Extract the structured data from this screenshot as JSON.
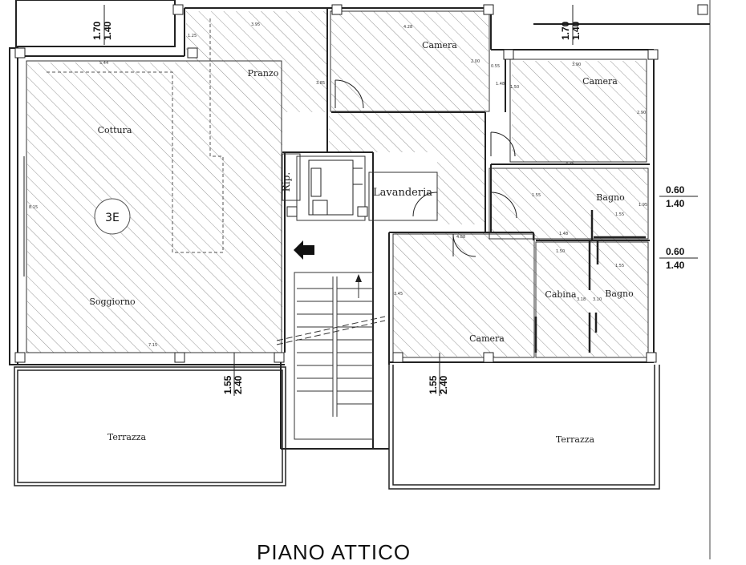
{
  "rooms": {
    "camera_top": "Camera",
    "camera_right": "Camera",
    "camera_bottom": "Camera",
    "pranzo": "Pranzo",
    "cottura": "Cottura",
    "soggiorno": "Soggiorno",
    "bagno_1": "Bagno",
    "bagno_2": "Bagno",
    "cabina": "Cabina",
    "lavanderia": "Lavanderia",
    "rip": "Rip.",
    "terrazza_left": "Terrazza",
    "terrazza_right": "Terrazza"
  },
  "unit_badge": "3E",
  "heights": {
    "tl_a": "1.70",
    "tl_b": "1.40",
    "tr_a": "1.70",
    "tr_b": "1.40",
    "r1_a": "0.60",
    "r1_b": "1.40",
    "r2_a": "0.60",
    "r2_b": "1.40",
    "bl_a": "1.55",
    "bl_b": "2.40",
    "bc_a": "1.55",
    "bc_b": "2.40"
  },
  "dims": {
    "d395": "3.95",
    "d428": "4.28",
    "d125": "1.25",
    "d544": "5.44",
    "d385": "3.85",
    "d200": "2.00",
    "d055": "0.55",
    "d148a": "1.48",
    "d150a": "1.50",
    "d390": "3.90",
    "d290": "2.90",
    "d435": "4.35",
    "d815": "8.15",
    "d155a": "1.55",
    "d195": "1.95",
    "d155b": "1.55",
    "d148b": "1.48",
    "d488": "4.88",
    "d150b": "1.50",
    "d155c": "1.55",
    "d345": "3.45",
    "d318": "3.18",
    "d310": "3.10",
    "d715": "7.15"
  },
  "title": "PIANO ATTICO",
  "colors": {
    "line": "#222222",
    "hatch": "#7a7a7a",
    "paper": "#ffffff"
  }
}
